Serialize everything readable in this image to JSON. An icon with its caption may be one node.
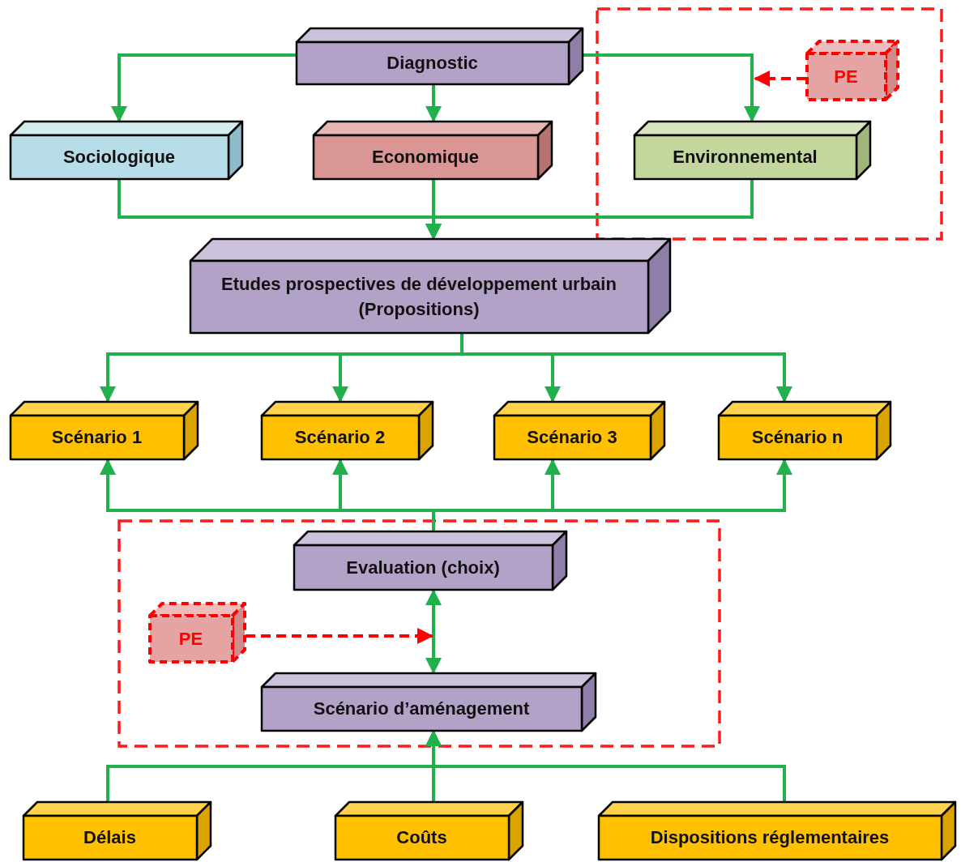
{
  "diagram": {
    "nodes": [
      {
        "text": [
          "Diagnostic"
        ]
      },
      {
        "text": [
          "Sociologique"
        ]
      },
      {
        "text": [
          "Economique"
        ]
      },
      {
        "text": [
          "Environnemental"
        ]
      },
      {
        "text": [
          "PE"
        ]
      },
      {
        "text": [
          "Etudes prospectives de développement urbain (Propositions)"
        ]
      },
      {
        "text": [
          "Scénario 1"
        ]
      },
      {
        "text": [
          "Scénario 2"
        ]
      },
      {
        "text": [
          "Scénario 3"
        ]
      },
      {
        "text": [
          "Scénario n"
        ]
      },
      {
        "text": [
          "Evaluation (choix)"
        ]
      },
      {
        "text": [
          "PE"
        ]
      },
      {
        "text": [
          "Scénario d’aménagement"
        ]
      },
      {
        "text": [
          "Délais"
        ]
      },
      {
        "text": [
          "Coûts"
        ]
      },
      {
        "text": [
          "Dispositions réglementaires"
        ]
      }
    ],
    "edges": [
      {
        "from": 0,
        "to": 1,
        "arrow": "to"
      },
      {
        "from": 0,
        "to": 2,
        "arrow": "to"
      },
      {
        "from": 0,
        "to": 3,
        "arrow": "to"
      },
      {
        "from": 1,
        "to": 5,
        "arrow": "to"
      },
      {
        "from": 2,
        "to": 5,
        "arrow": "to"
      },
      {
        "from": 3,
        "to": 5,
        "arrow": "to"
      },
      {
        "from": 5,
        "to": 6,
        "arrow": "to"
      },
      {
        "from": 5,
        "to": 7,
        "arrow": "to"
      },
      {
        "from": 5,
        "to": 8,
        "arrow": "to"
      },
      {
        "from": 5,
        "to": 9,
        "arrow": "to"
      },
      {
        "from": 10,
        "to": 6,
        "arrow": "to"
      },
      {
        "from": 10,
        "to": 7,
        "arrow": "to"
      },
      {
        "from": 10,
        "to": 8,
        "arrow": "to"
      },
      {
        "from": 10,
        "to": 9,
        "arrow": "to"
      },
      {
        "from": 12,
        "to": 10,
        "arrow": "both"
      },
      {
        "from": 11,
        "to": null,
        "arrow": "to",
        "style": "dashed",
        "color": "#ff0000"
      },
      {
        "from": 4,
        "to": null,
        "arrow": "to",
        "style": "dashed",
        "color": "#ff0000"
      },
      {
        "from": 13,
        "to": 12,
        "arrow": "to"
      },
      {
        "from": 14,
        "to": 12,
        "arrow": "to"
      },
      {
        "from": 15,
        "to": 12,
        "arrow": "to"
      }
    ]
  }
}
